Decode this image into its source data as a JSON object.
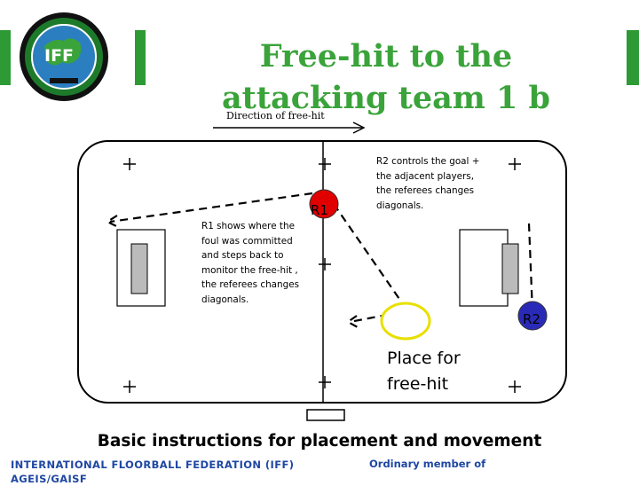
{
  "slide": {
    "title": "Free-hit to the attacking team 1 b",
    "logo_text": "IFF",
    "direction_label": "Direction of free-hit",
    "r1_note": "R1 shows where the foul was committed and steps back to monitor the free-hit , the referees changes diagonals.",
    "r2_note": "R2 controls the goal + the adjacent players, the referees changes diagonals.",
    "r1_label": "R1",
    "r2_label": "R2",
    "place_label": "Place for free-hit",
    "caption": "Basic instructions for placement and movement",
    "footer_left": "INTERNATIONAL FLOORBALL FEDERATION (IFF) AGEIS/GAISF",
    "footer_right": "Ordinary member of"
  },
  "colors": {
    "title_green": "#3aa33a",
    "accent_bar_green": "#2e9a36",
    "r1_red": "#e00000",
    "r2_blue": "#2a2ab8",
    "freehit_ring": "#e8e000",
    "footer_blue": "#1f47a3"
  }
}
